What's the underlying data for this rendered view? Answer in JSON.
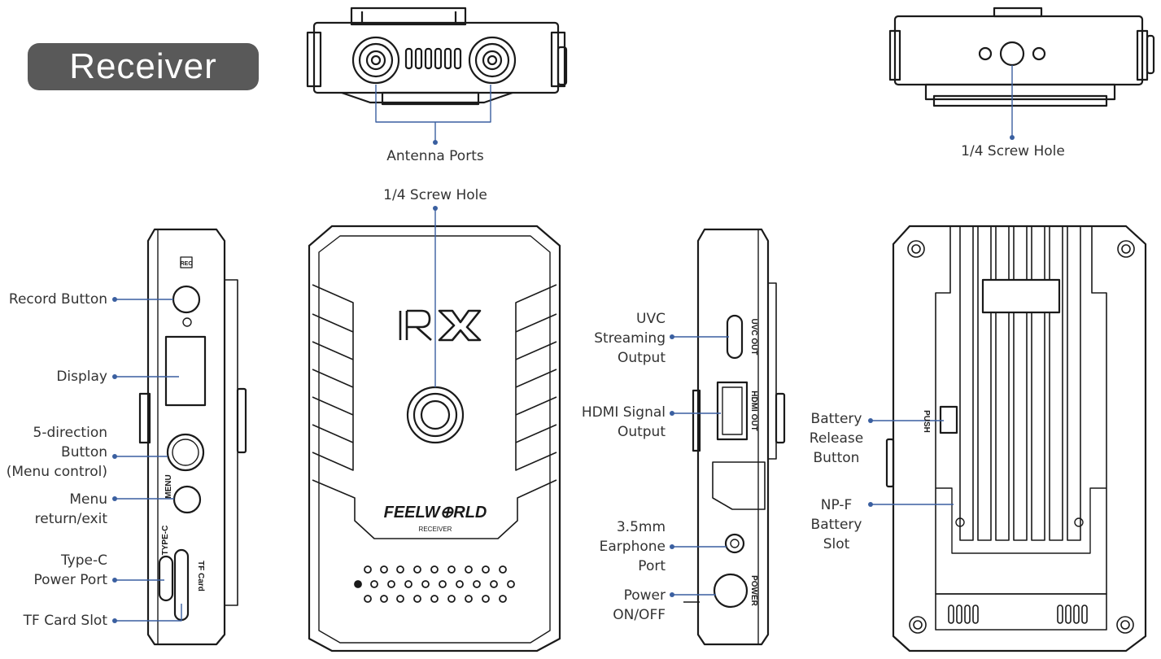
{
  "title": "Receiver",
  "colors": {
    "line": "#1a1a1a",
    "leader": "#3a5fa0",
    "title_bg": "#595959"
  },
  "views": {
    "top": {
      "labels": {
        "antenna_ports": "Antenna Ports"
      }
    },
    "top_right": {
      "labels": {
        "screw_hole": "1/4 Screw Hole"
      }
    },
    "front": {
      "labels": {
        "screw_hole": "1/4 Screw Hole"
      },
      "logo_text": "RX",
      "brand": "FEELW⊕RLD",
      "brand_sub": "RECEIVER"
    },
    "left_side": {
      "labels": {
        "record_button": "Record Button",
        "display": "Display",
        "five_direction": [
          "5-direction",
          "Button",
          "(Menu control)"
        ],
        "menu_return": [
          "Menu",
          "return/exit"
        ],
        "type_c": [
          "Type-C",
          "Power Port"
        ],
        "tf_card": "TF Card Slot"
      },
      "printed": {
        "rec": "REC",
        "menu": "MENU",
        "type_c": "TYPE-C",
        "tf_card": "TF Card"
      }
    },
    "right_side": {
      "labels": {
        "uvc": [
          "UVC",
          "Streaming",
          "Output"
        ],
        "hdmi": [
          "HDMI Signal",
          "Output"
        ],
        "earphone": [
          "3.5mm",
          "Earphone",
          "Port"
        ],
        "power": [
          "Power",
          "ON/OFF"
        ]
      },
      "printed": {
        "uvc": "UVC OUT",
        "hdmi": "HDMI OUT",
        "power": "POWER"
      }
    },
    "back": {
      "labels": {
        "battery_release": [
          "Battery",
          "Release",
          "Button"
        ],
        "npf_slot": [
          "NP-F",
          "Battery",
          "Slot"
        ]
      },
      "printed": {
        "push": "PUSH"
      }
    }
  }
}
